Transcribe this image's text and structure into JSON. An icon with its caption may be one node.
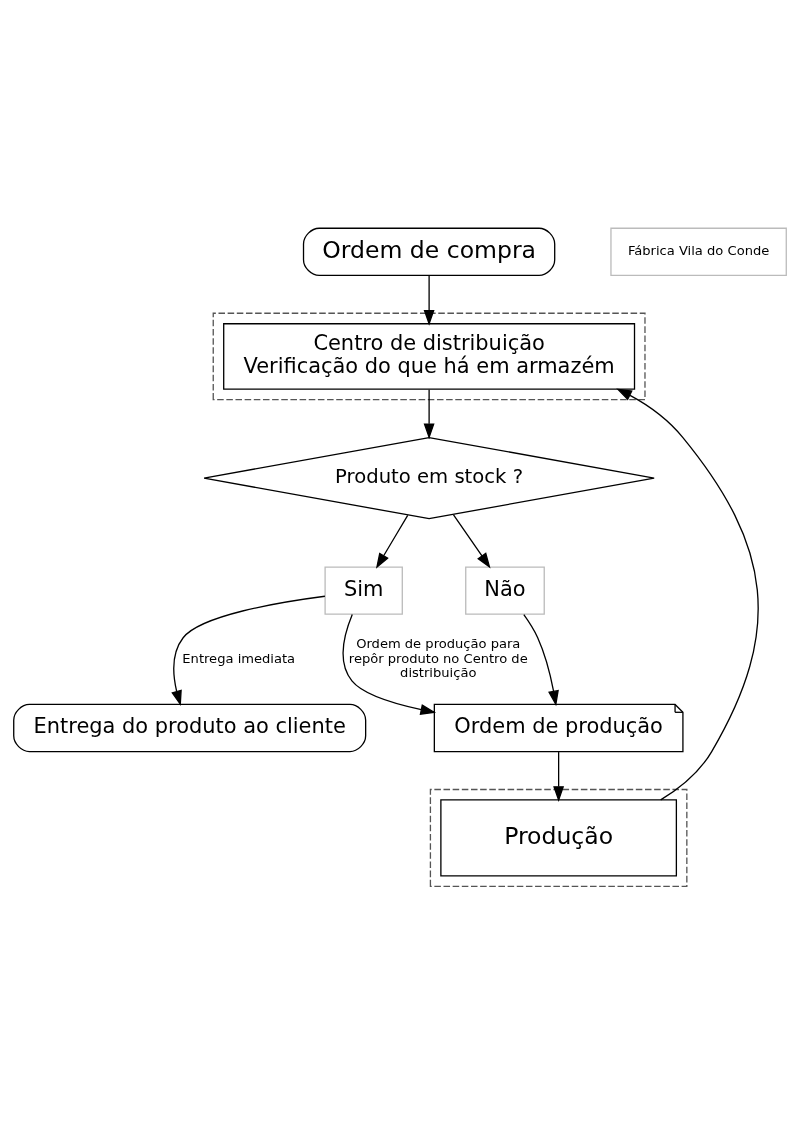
{
  "diagram": {
    "nodes": [
      {
        "text": [
          "Ordem de compra"
        ]
      },
      {
        "text": [],
        "shape": "building"
      },
      {
        "text": [
          "Centro de distribuição",
          "Verificação do que há em armazém"
        ],
        "in": 1
      },
      {
        "text": [
          "Entrega do produto ao cliente"
        ]
      },
      {
        "text": [
          "Produto em stock ?"
        ]
      },
      {
        "text": [
          "Sim"
        ]
      },
      {
        "text": [
          "Não"
        ]
      },
      {
        "text": [
          "Ordem de produção"
        ]
      },
      {
        "text": [],
        "shape": "building"
      },
      {
        "text": [
          "Produção"
        ],
        "in": 8
      },
      {
        "text": [
          "Fábrica Vila do Conde"
        ]
      }
    ],
    "edges": [
      {
        "from": 0,
        "to": 2,
        "arrow": "to"
      },
      {
        "from": 2,
        "to": 4,
        "arrow": "to"
      },
      {
        "from": 4,
        "to": 5,
        "arrow": "to"
      },
      {
        "from": 5,
        "to": 3,
        "arrow": "to",
        "label": "Entrega imediata"
      },
      {
        "from": 4,
        "to": 6,
        "arrow": "to"
      },
      {
        "from": 6,
        "to": 7,
        "arrow": "to"
      },
      {
        "from": 5,
        "to": 7,
        "arrow": "to",
        "label": "Ordem de produção para repôr produto no Centro de distribuição"
      },
      {
        "from": 7,
        "to": 9,
        "arrow": "to"
      },
      {
        "from": 9,
        "to": 2,
        "arrow": "to"
      }
    ]
  }
}
